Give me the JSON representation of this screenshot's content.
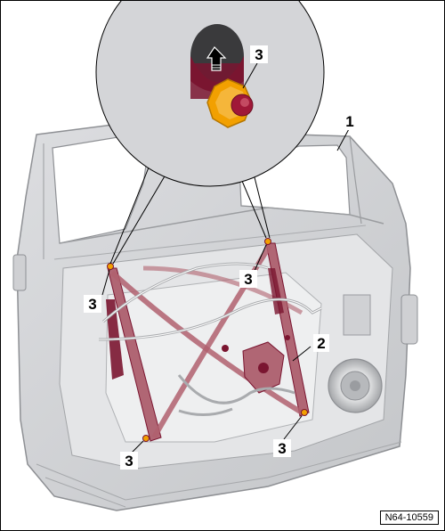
{
  "diagram": {
    "callouts": {
      "c1": "1",
      "c2": "2",
      "c3_detail": "3",
      "c3_upper_left": "3",
      "c3_upper_right": "3",
      "c3_lower_left": "3",
      "c3_lower_right": "3"
    },
    "reference_code": "N64-10559"
  },
  "colors": {
    "door_fill": "#d6d7d9",
    "door_stroke": "#8e9094",
    "regulator_rail": "#a8525f",
    "regulator_dark": "#7a1530",
    "nut": "#f2a000",
    "background": "#ffffff"
  }
}
